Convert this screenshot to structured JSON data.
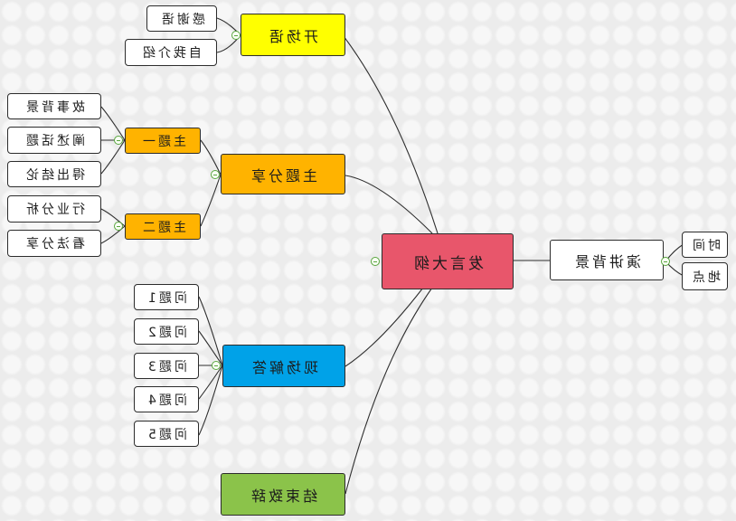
{
  "central": {
    "text": "发言大纲",
    "color": "#e8566b"
  },
  "background": {
    "text": "演讲背景",
    "items": [
      "时间",
      "地点"
    ]
  },
  "opening": {
    "text": "开场语",
    "color": "#ffff00",
    "items": [
      "感谢语",
      "自我介绍"
    ]
  },
  "topics": {
    "text": "主题分享",
    "color": "#ffb300",
    "subtopics": [
      {
        "text": "主题一",
        "color": "#ffb300",
        "items": [
          "故事背景",
          "阐述话题",
          "得出结论"
        ]
      },
      {
        "text": "主题二",
        "color": "#ffb300",
        "items": [
          "行业分析",
          "看法分享"
        ]
      }
    ]
  },
  "qa": {
    "text": "现场解答",
    "color": "#00a2e8",
    "items": [
      "问题1",
      "问题2",
      "问题3",
      "问题4",
      "问题5"
    ]
  },
  "closing": {
    "text": "结束致辞",
    "color": "#8bc34a"
  }
}
